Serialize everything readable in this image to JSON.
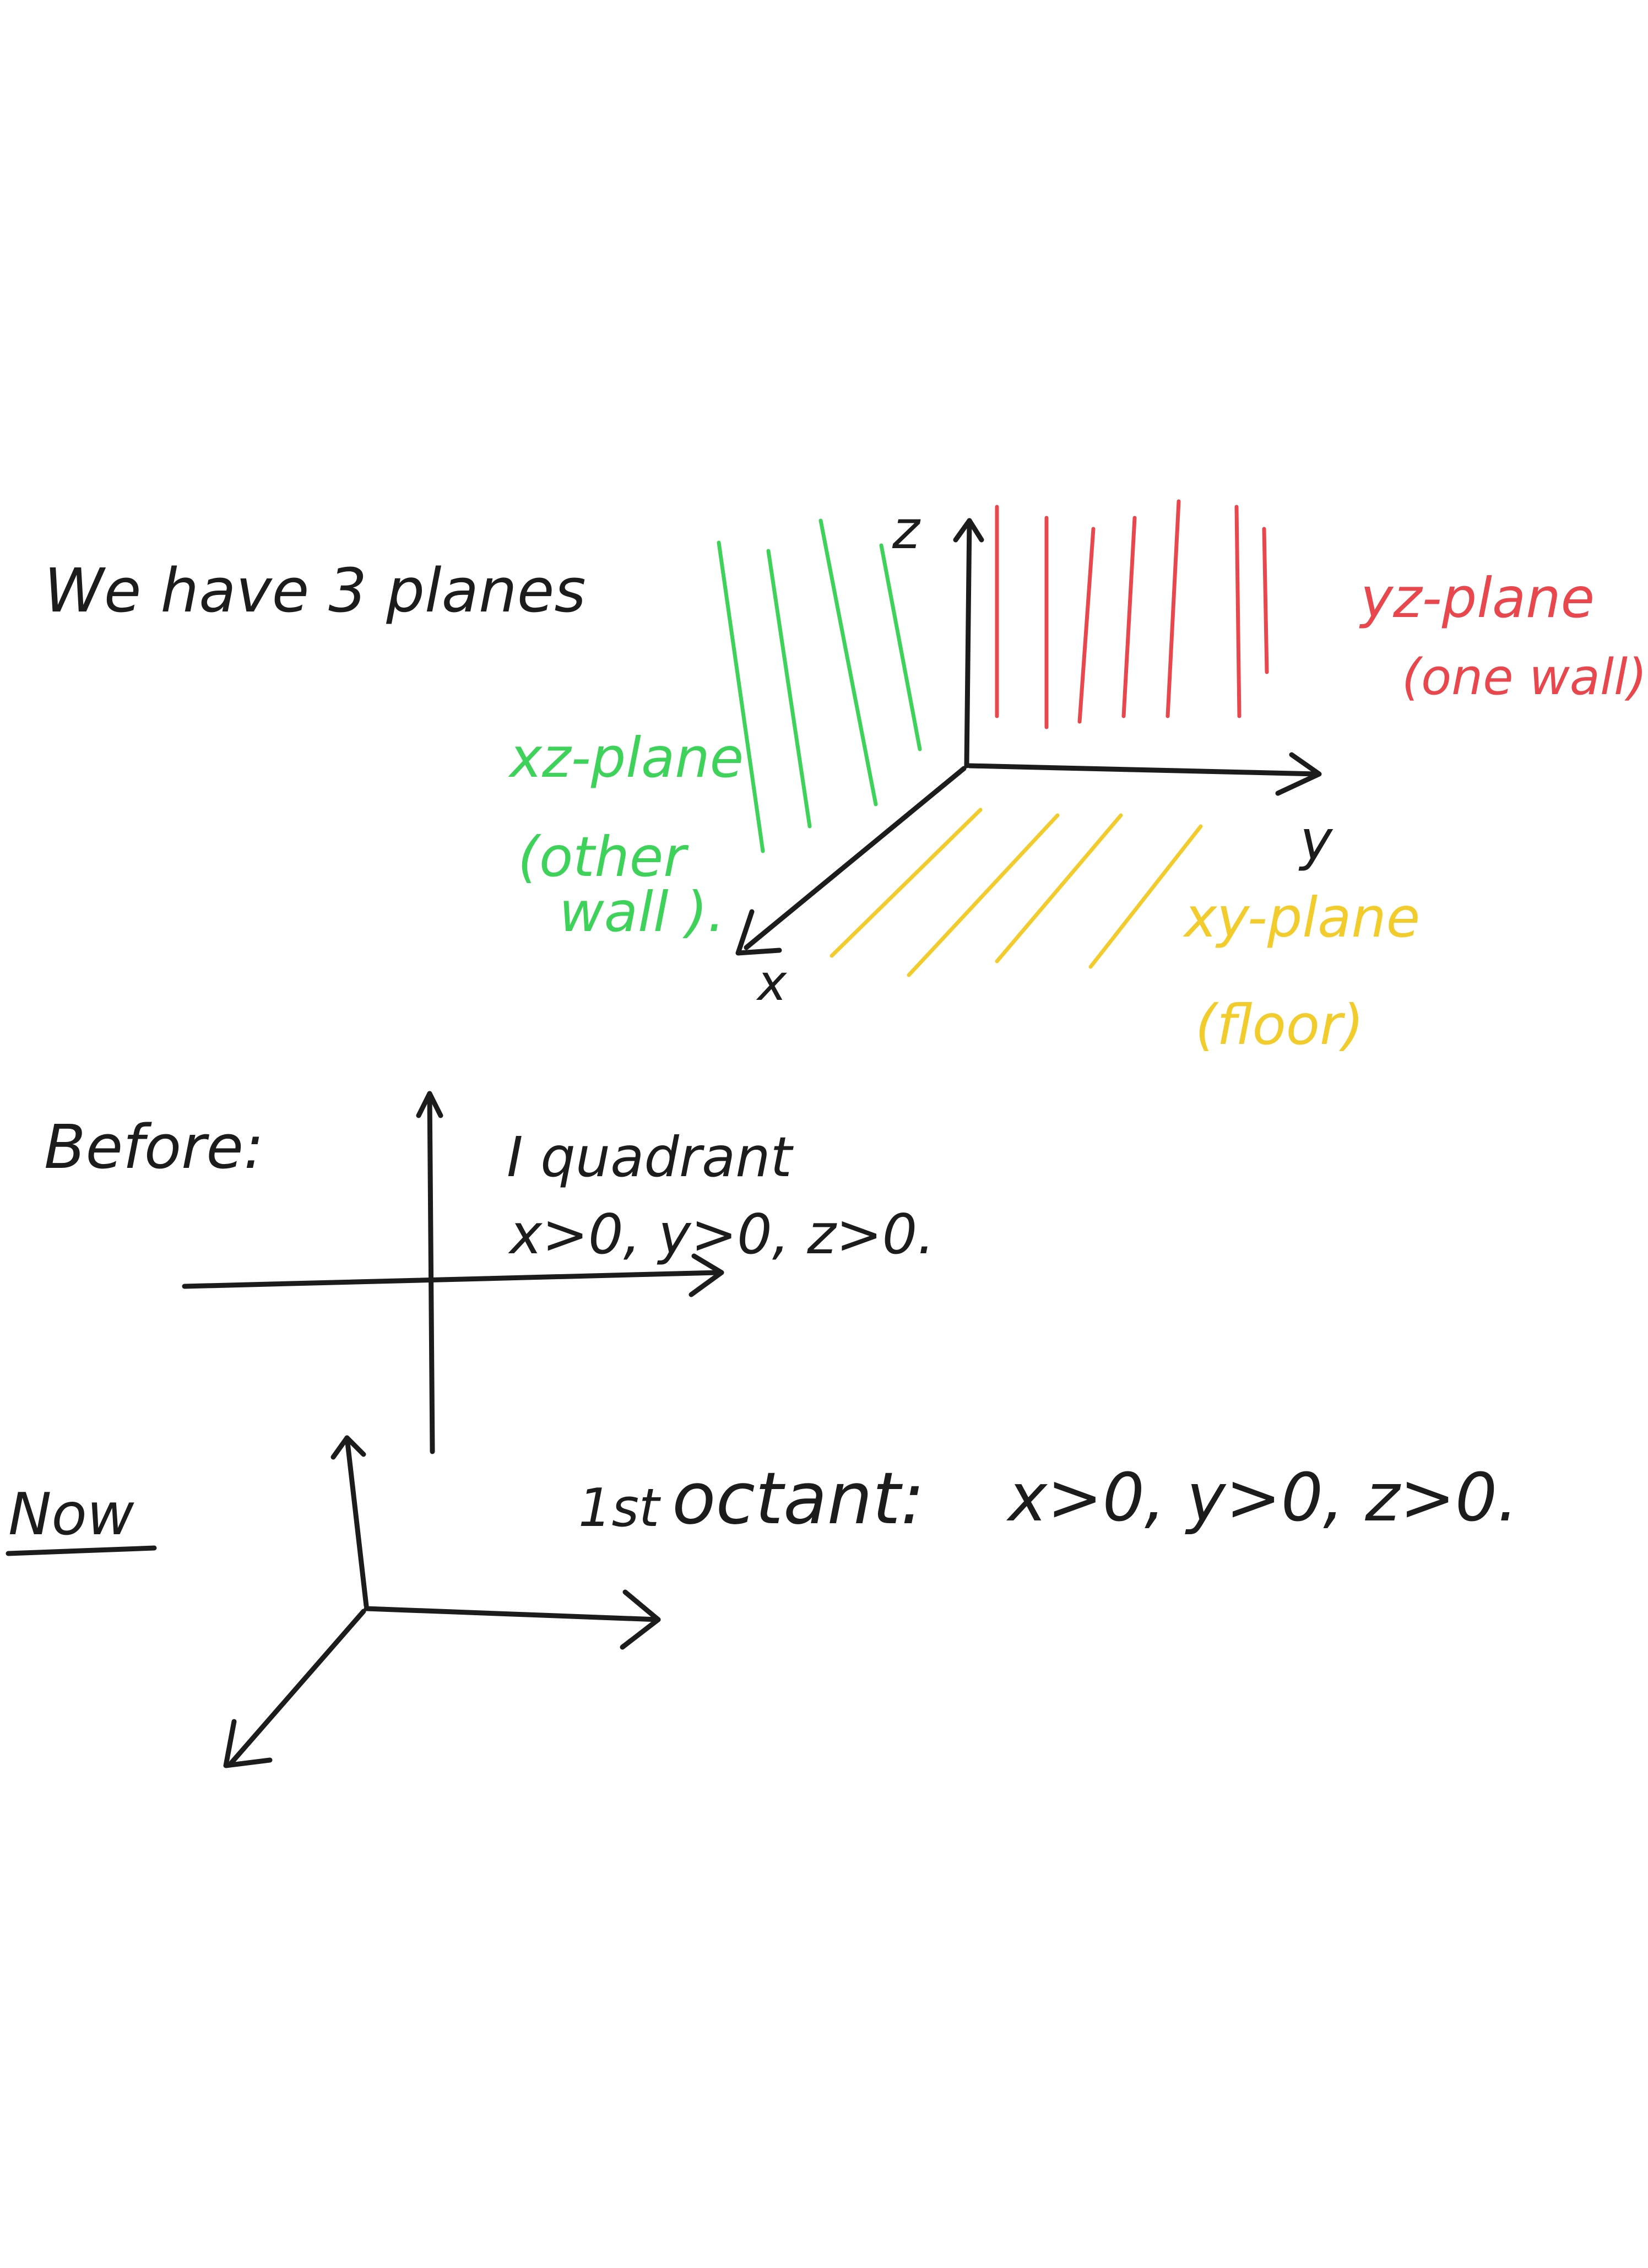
{
  "colors": {
    "ink": "#1c1c1c",
    "green": "#3fd25a",
    "red": "#e8474e",
    "yellow": "#f2cc2c"
  },
  "heading": "We have 3 planes",
  "axes3d": {
    "z": "z",
    "y": "y",
    "x": "x"
  },
  "planes": {
    "yz": {
      "name": "yz-plane",
      "note": "(one wall)"
    },
    "xz": {
      "name": "xz-plane",
      "note_line1": "(other",
      "note_line2": "wall )."
    },
    "xy": {
      "name": "xy-plane",
      "note": "(floor)"
    }
  },
  "before": {
    "label": "Before:",
    "quadrant_title": "I quadrant",
    "quadrant_condition": "x>0, y>0, z>0."
  },
  "now": {
    "label": "Now",
    "octant_sup": "1st",
    "octant_text": "octant:",
    "octant_condition": "x>0, y>0, z>0."
  }
}
